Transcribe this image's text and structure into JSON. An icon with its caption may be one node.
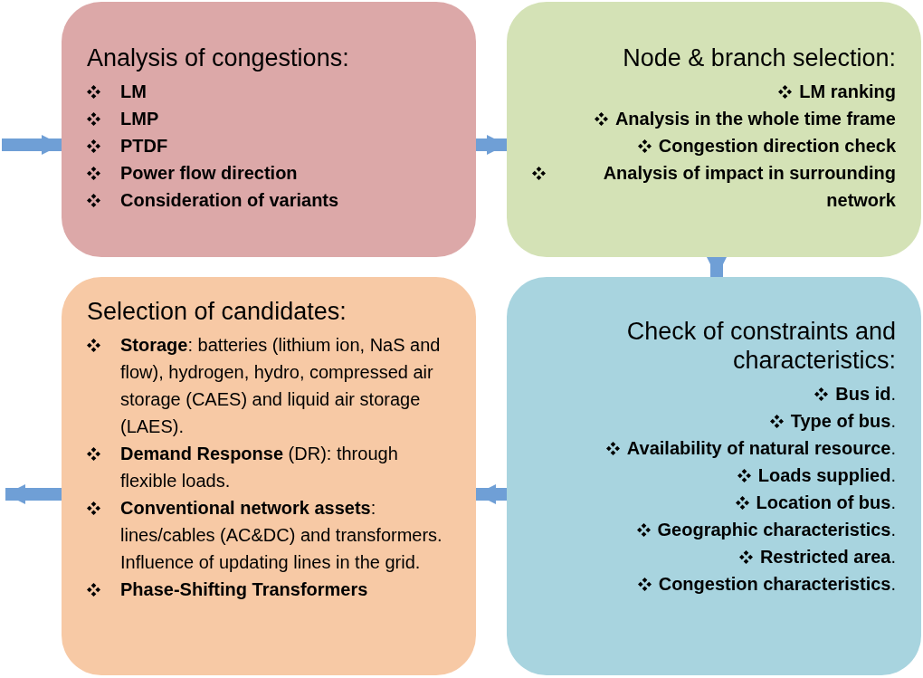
{
  "diagram": {
    "nodes": [
      {
        "text": [
          "Analysis of congestions:",
          "LM",
          "LMP",
          "PTDF",
          "Power flow direction",
          "Consideration of variants"
        ]
      },
      {
        "text": [
          "Node & branch selection:",
          "LM ranking",
          "Analysis in the whole time frame",
          "Congestion direction check",
          "Analysis of impact in surrounding network"
        ]
      },
      {
        "text": [
          "Selection of candidates:",
          "**Storage**: batteries (lithium ion, NaS and flow), hydrogen, hydro, compressed air storage (CAES) and liquid air storage (LAES).",
          "**Demand Response** (DR): through flexible loads.",
          "**Conventional network assets**: lines/cables (AC&DC) and transformers. Influence of updating lines in the grid.",
          "Phase-Shifting Transformers"
        ]
      },
      {
        "text": [
          "Check of constraints and characteristics:",
          "**Bus id**.",
          "**Type of bus**.",
          "**Availability of natural resource**.",
          "**Loads supplied**.",
          "**Location of bus**.",
          "**Geographic characteristics**.",
          "**Restricted area**.",
          "**Congestion characteristics**."
        ]
      }
    ],
    "edges": [
      {
        "from": null,
        "to": 0,
        "arrow": "to"
      },
      {
        "from": 0,
        "to": 1,
        "arrow": "to"
      },
      {
        "from": 1,
        "to": 3,
        "arrow": "to"
      },
      {
        "from": 3,
        "to": 2,
        "arrow": "to"
      },
      {
        "from": 2,
        "to": null,
        "arrow": "to"
      }
    ]
  }
}
